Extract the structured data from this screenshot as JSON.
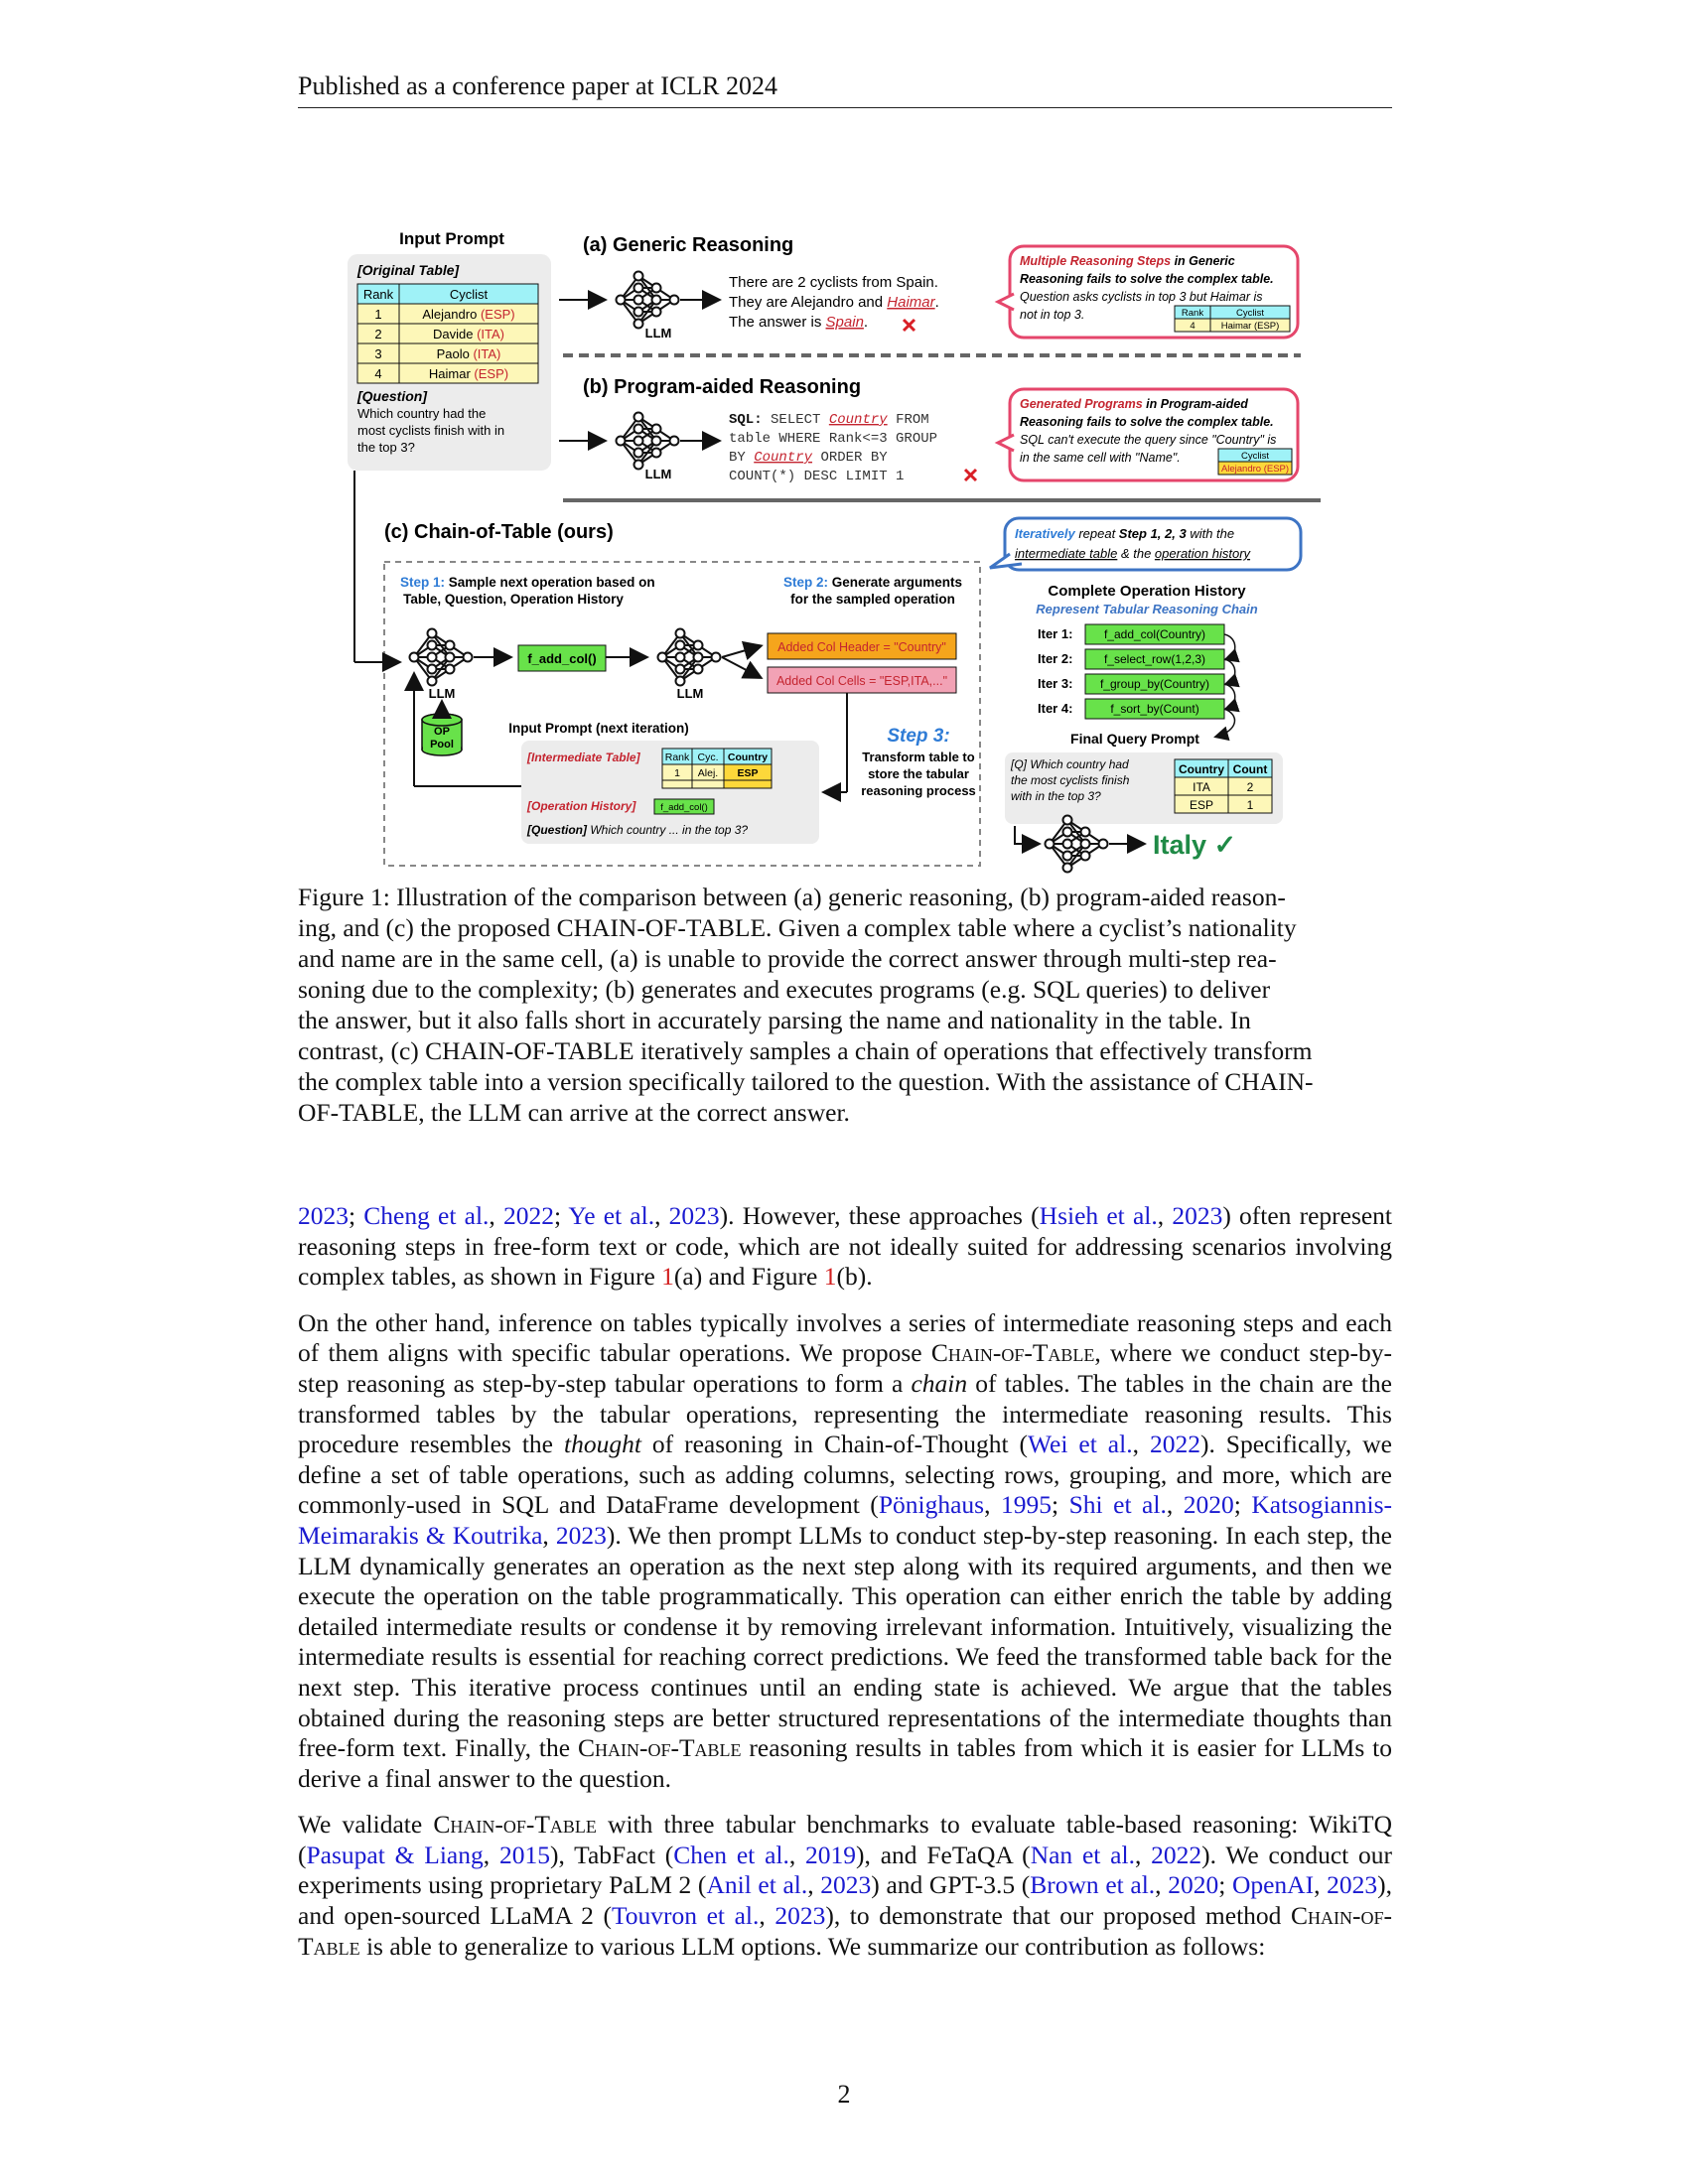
{
  "header": {
    "text": "Published as a conference paper at ICLR 2024"
  },
  "figure": {
    "input_prompt_title": "Input Prompt",
    "original_table_label": "[Original Table]",
    "table_headers": [
      "Rank",
      "Cyclist"
    ],
    "table_rows": [
      {
        "rank": "1",
        "name": "Alejandro",
        "country": "(ESP)"
      },
      {
        "rank": "2",
        "name": "Davide",
        "country": "(ITA)"
      },
      {
        "rank": "3",
        "name": "Paolo",
        "country": "(ITA)"
      },
      {
        "rank": "4",
        "name": "Haimar",
        "country": "(ESP)"
      }
    ],
    "question_label": "[Question]",
    "question_lines": [
      "Which country had the",
      "most cyclists finish with in",
      "the top 3?"
    ],
    "llm_label": "LLM",
    "section_a_title": "(a) Generic Reasoning",
    "section_a_answer": [
      "There are 2 cyclists from Spain.",
      "They are Alejandro and",
      "Haimar",
      ".",
      "The answer is",
      "Spain",
      "."
    ],
    "section_a_note": {
      "title_red": "Multiple Reasoning Steps",
      "title_rest": " in Generic",
      "title_line2": "Reasoning fails to solve the complex table.",
      "line3": "Question asks cyclists in top 3 but Haimar is",
      "line4": "not in top 3.",
      "mini_headers": [
        "Rank",
        "Cyclist"
      ],
      "mini_row": [
        "4",
        "Haimar (ESP)"
      ]
    },
    "section_b_title": "(b) Program-aided Reasoning",
    "section_b_sql": [
      "SQL:",
      "SELECT",
      "Country",
      "FROM",
      "table WHERE Rank<=3 GROUP",
      "BY",
      "Country",
      "ORDER BY",
      "COUNT(*) DESC LIMIT 1"
    ],
    "section_b_note": {
      "title_red": "Generated Programs",
      "title_rest": " in Program-aided",
      "title_line2": "Reasoning fails to solve the complex table.",
      "line3": "SQL can't execute the query since \"Country\" is",
      "line4": "in the same cell with \"Name\".",
      "mini_header": "Cyclist",
      "mini_row": "Alejandro (ESP)"
    },
    "section_c_title": "(c) Chain-of-Table (ours)",
    "iter_note": [
      "Iteratively",
      " repeat ",
      "Step 1, 2, 3",
      " with the",
      "intermediate table",
      " & the ",
      "operation history"
    ],
    "step1_prefix": "Step 1:",
    "step1_text": [
      "Sample next operation based on",
      "Table, Question, Operation History"
    ],
    "step2_prefix": "Step 2:",
    "step2_text": [
      "Generate arguments",
      "for the sampled operation"
    ],
    "op_sampled": "f_add_col()",
    "args": [
      "Added Col Header = \"Country\"",
      "Added Col Cells = \"ESP,ITA,...\""
    ],
    "op_pool": [
      "OP",
      "Pool"
    ],
    "step3_title": "Step 3:",
    "step3_text": [
      "Transform table to",
      "store the tabular",
      "reasoning process"
    ],
    "next_prompt_title": "Input Prompt (next iteration)",
    "intermediate_label": "[Intermediate Table]",
    "intermediate_headers": [
      "Rank",
      "Cyc.",
      "Country"
    ],
    "intermediate_row": [
      "1",
      "Alej.",
      "ESP"
    ],
    "operation_history_label": "[Operation History]",
    "operation_history_op": "f_add_col()",
    "next_question_label": "[Question]",
    "next_question_text": " Which country ... in the top 3?",
    "history_title": "Complete Operation History",
    "history_subtitle": "Represent Tabular Reasoning Chain",
    "history_iters": [
      {
        "label": "Iter 1:",
        "op": "f_add_col(Country)"
      },
      {
        "label": "Iter 2:",
        "op": "f_select_row(1,2,3)"
      },
      {
        "label": "Iter 3:",
        "op": "f_group_by(Country)"
      },
      {
        "label": "Iter 4:",
        "op": "f_sort_by(Count)"
      }
    ],
    "final_prompt_title": "Final Query Prompt",
    "final_q": [
      "[Q] Which country had",
      "the most cyclists finish",
      "with in the top 3?"
    ],
    "final_headers": [
      "Country",
      "Count"
    ],
    "final_rows": [
      [
        "ITA",
        "2"
      ],
      [
        "ESP",
        "1"
      ]
    ],
    "final_answer": "Italy ✓"
  },
  "caption": {
    "lines": [
      "Figure 1:   Illustration of the comparison between (a) generic reasoning, (b) program-aided reason-",
      "ing, and (c) the proposed CHAIN-OF-TABLE. Given a complex table where a cyclist’s nationality",
      "and name are in the same cell, (a) is unable to provide the correct answer through multi-step rea-",
      "soning due to the complexity; (b) generates and executes programs (e.g. SQL queries) to deliver",
      "the answer, but it also falls short in accurately parsing the name and nationality in the table. In",
      "contrast, (c) CHAIN-OF-TABLE iteratively samples a chain of operations that effectively transform",
      "the complex table into a version specifically tailored to the question. With the assistance of CHAIN-",
      "OF-TABLE, the LLM can arrive at the correct answer."
    ]
  },
  "paragraphs": {
    "p1": [
      {
        "t": "2023",
        "c": "cite"
      },
      {
        "t": "; "
      },
      {
        "t": "Cheng et al.",
        "c": "cite"
      },
      {
        "t": ", "
      },
      {
        "t": "2022",
        "c": "cite"
      },
      {
        "t": "; "
      },
      {
        "t": "Ye et al.",
        "c": "cite"
      },
      {
        "t": ", "
      },
      {
        "t": "2023",
        "c": "cite"
      },
      {
        "t": "). However, these approaches ("
      },
      {
        "t": "Hsieh et al.",
        "c": "cite"
      },
      {
        "t": ", "
      },
      {
        "t": "2023",
        "c": "cite"
      },
      {
        "t": ") often represent reasoning steps in free-form text or code, which are not ideally suited for addressing scenarios involving complex tables, as shown in Figure "
      },
      {
        "t": "1",
        "c": "ref"
      },
      {
        "t": "(a) and Figure "
      },
      {
        "t": "1",
        "c": "ref"
      },
      {
        "t": "(b)."
      }
    ],
    "p2": [
      {
        "t": "On the other hand, inference on tables typically involves a series of intermediate reasoning steps and each of them aligns with specific tabular operations. We propose "
      },
      {
        "t": "Chain-of-Table",
        "c": "sc"
      },
      {
        "t": ", where we conduct step-by-step reasoning as step-by-step tabular operations to form a "
      },
      {
        "t": "chain",
        "c": "it"
      },
      {
        "t": " of tables. The tables in the chain are the transformed tables by the tabular operations, representing the intermediate reasoning results. This procedure resembles the "
      },
      {
        "t": "thought",
        "c": "it"
      },
      {
        "t": " of reasoning in Chain-of-Thought ("
      },
      {
        "t": "Wei et al.",
        "c": "cite"
      },
      {
        "t": ", "
      },
      {
        "t": "2022",
        "c": "cite"
      },
      {
        "t": "). Specifically, we define a set of table operations, such as adding columns, selecting rows, grouping, and more, which are commonly-used in SQL and DataFrame development  ("
      },
      {
        "t": "Pönighaus",
        "c": "cite"
      },
      {
        "t": ", "
      },
      {
        "t": "1995",
        "c": "cite"
      },
      {
        "t": "; "
      },
      {
        "t": "Shi et al.",
        "c": "cite"
      },
      {
        "t": ", "
      },
      {
        "t": "2020",
        "c": "cite"
      },
      {
        "t": "; "
      },
      {
        "t": "Katsogiannis-Meimarakis & Koutrika",
        "c": "cite"
      },
      {
        "t": ", "
      },
      {
        "t": "2023",
        "c": "cite"
      },
      {
        "t": "). We then prompt LLMs to conduct step-by-step reasoning. In each step, the LLM dynamically generates an operation as the next step along with its required arguments, and then we execute the operation on the table programmatically. This operation can either enrich the table by adding detailed intermediate results or condense it by removing irrelevant information. Intuitively, visualizing the intermediate results is essential for reaching correct predictions. We feed the transformed table back for the next step. This iterative process continues until an ending state is achieved. We argue that the tables obtained during the reasoning steps are better structured representations of the intermediate thoughts than free-form text. Finally, the "
      },
      {
        "t": "Chain-of-Table",
        "c": "sc"
      },
      {
        "t": " reasoning results in tables from which it is easier for LLMs to derive a final answer to the question."
      }
    ],
    "p3": [
      {
        "t": "We validate "
      },
      {
        "t": "Chain-of-Table",
        "c": "sc"
      },
      {
        "t": " with three tabular benchmarks to evaluate table-based reasoning: WikiTQ ("
      },
      {
        "t": "Pasupat & Liang",
        "c": "cite"
      },
      {
        "t": ", "
      },
      {
        "t": "2015",
        "c": "cite"
      },
      {
        "t": "), TabFact ("
      },
      {
        "t": "Chen et al.",
        "c": "cite"
      },
      {
        "t": ", "
      },
      {
        "t": "2019",
        "c": "cite"
      },
      {
        "t": "), and FeTaQA ("
      },
      {
        "t": "Nan et al.",
        "c": "cite"
      },
      {
        "t": ", "
      },
      {
        "t": "2022",
        "c": "cite"
      },
      {
        "t": "). We conduct our experiments using proprietary PaLM 2 ("
      },
      {
        "t": "Anil et al.",
        "c": "cite"
      },
      {
        "t": ", "
      },
      {
        "t": "2023",
        "c": "cite"
      },
      {
        "t": ") and GPT-3.5 ("
      },
      {
        "t": "Brown et al.",
        "c": "cite"
      },
      {
        "t": ", "
      },
      {
        "t": "2020",
        "c": "cite"
      },
      {
        "t": "; "
      },
      {
        "t": "OpenAI",
        "c": "cite"
      },
      {
        "t": ", "
      },
      {
        "t": "2023",
        "c": "cite"
      },
      {
        "t": "), and open-sourced LLaMA 2 ("
      },
      {
        "t": "Touvron et al.",
        "c": "cite"
      },
      {
        "t": ", "
      },
      {
        "t": "2023",
        "c": "cite"
      },
      {
        "t": "), to demonstrate that our proposed method "
      },
      {
        "t": "Chain-of-Table",
        "c": "sc"
      },
      {
        "t": " is able to generalize to various LLM options. We summarize our contribution as follows:"
      }
    ]
  },
  "page_number": "2"
}
